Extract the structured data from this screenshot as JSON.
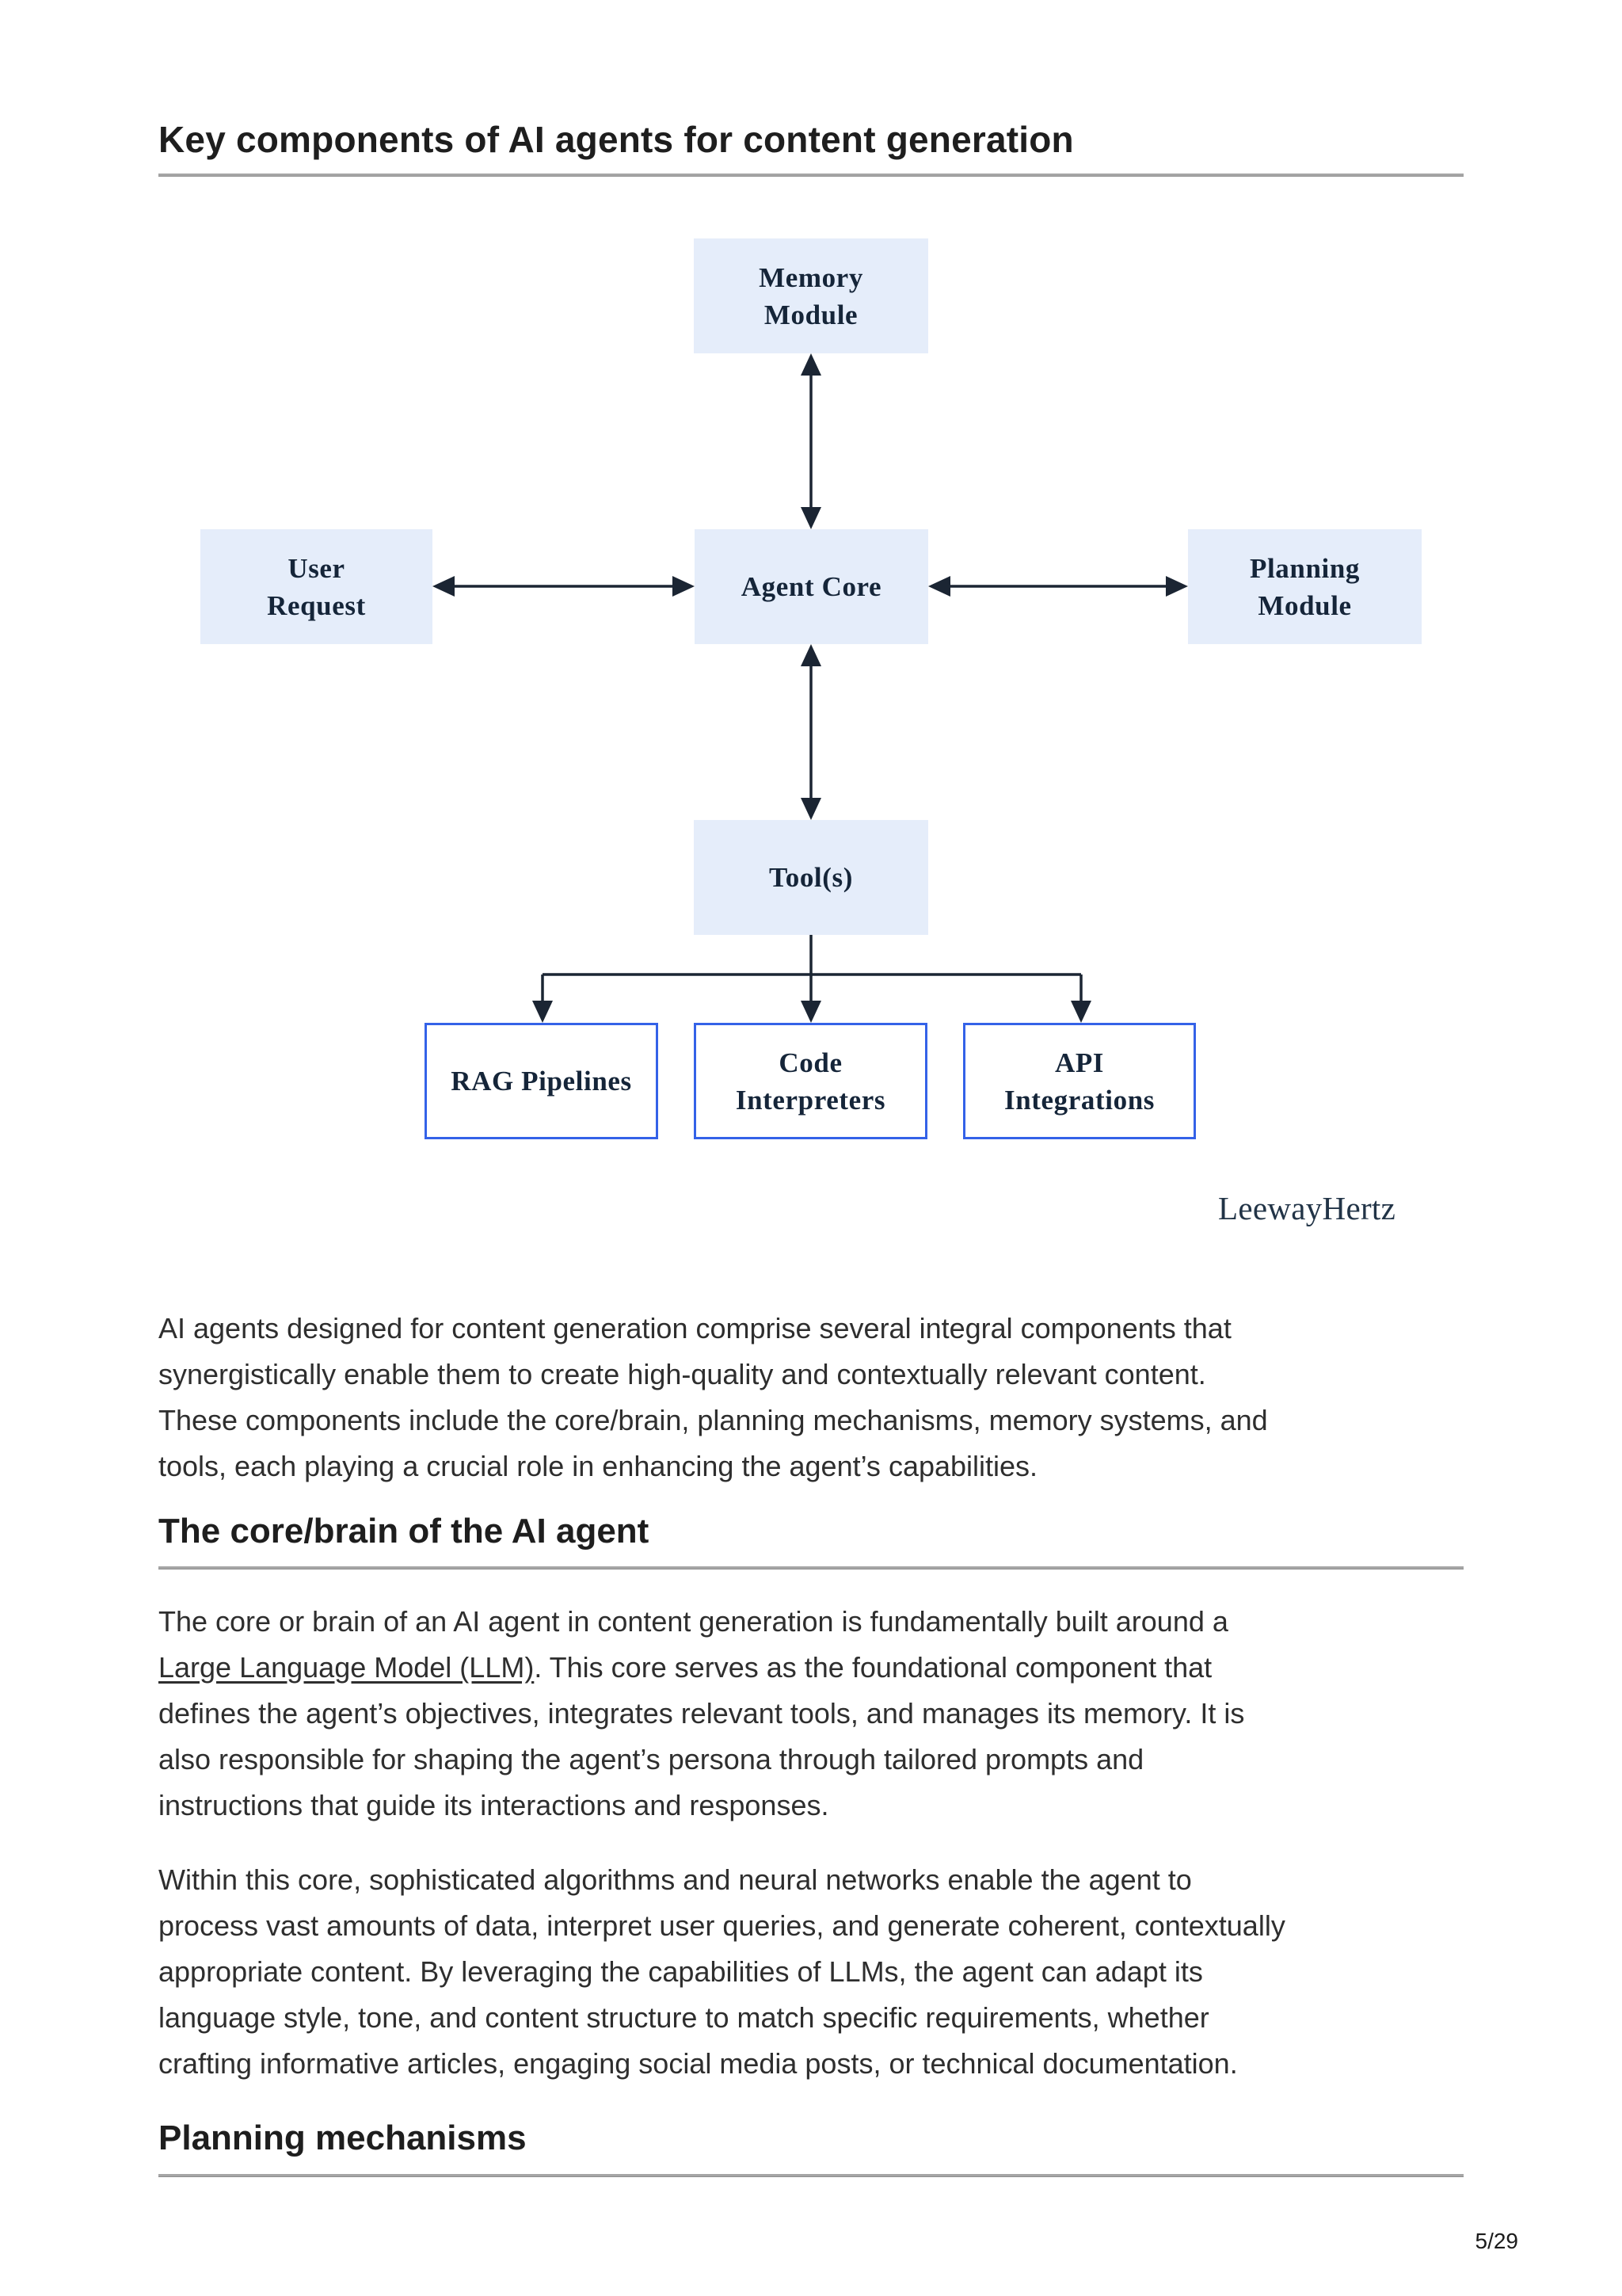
{
  "header": {
    "title": "Key components of AI agents for content generation"
  },
  "diagram": {
    "memory_module": {
      "line1": "Memory",
      "line2": "Module"
    },
    "user_request": {
      "line1": "User",
      "line2": "Request"
    },
    "agent_core": {
      "label": "Agent Core"
    },
    "planning_module": {
      "line1": "Planning",
      "line2": "Module"
    },
    "tools": {
      "label": "Tool(s)"
    },
    "rag_pipelines": {
      "label": "RAG Pipelines"
    },
    "code_interpreters": {
      "line1": "Code",
      "line2": "Interpreters"
    },
    "api_integrations": {
      "line1": "API",
      "line2": "Integrations"
    },
    "attribution": "LeewayHertz",
    "colors": {
      "node_fill": "#e5edfa",
      "node_text": "#152539",
      "arrow_line": "#1b2533",
      "tool_box_border": "#3462e8"
    }
  },
  "content": {
    "intro": [
      "AI agents designed for content generation comprise several integral components that",
      "synergistically enable them to create high-quality and contextually relevant content.",
      "These components include the core/brain, planning mechanisms, memory systems, and",
      "tools, each playing a crucial role in enhancing the agent’s capabilities."
    ],
    "core_section": {
      "heading": "The core/brain of the AI agent",
      "para1": {
        "line1": "The core or brain of an AI agent in content generation is fundamentally built around a",
        "line2_link": "Large Language Model (LLM)",
        "line2_rest": ". This core serves as the foundational component that",
        "line3": "defines the agent’s objectives, integrates relevant tools, and manages its memory. It is",
        "line4": "also responsible for shaping the agent’s persona through tailored prompts and",
        "line5": "instructions that guide its interactions and responses."
      },
      "para2": [
        "Within this core, sophisticated algorithms and neural networks enable the agent to",
        "process vast amounts of data, interpret user queries, and generate coherent, contextually",
        "appropriate content. By leveraging the capabilities of LLMs, the agent can adapt its",
        "language style, tone, and content structure to match specific requirements, whether",
        "crafting informative articles, engaging social media posts, or technical documentation."
      ]
    },
    "planning_section": {
      "heading": "Planning mechanisms"
    }
  },
  "footer": {
    "page_indicator": "5/29"
  }
}
